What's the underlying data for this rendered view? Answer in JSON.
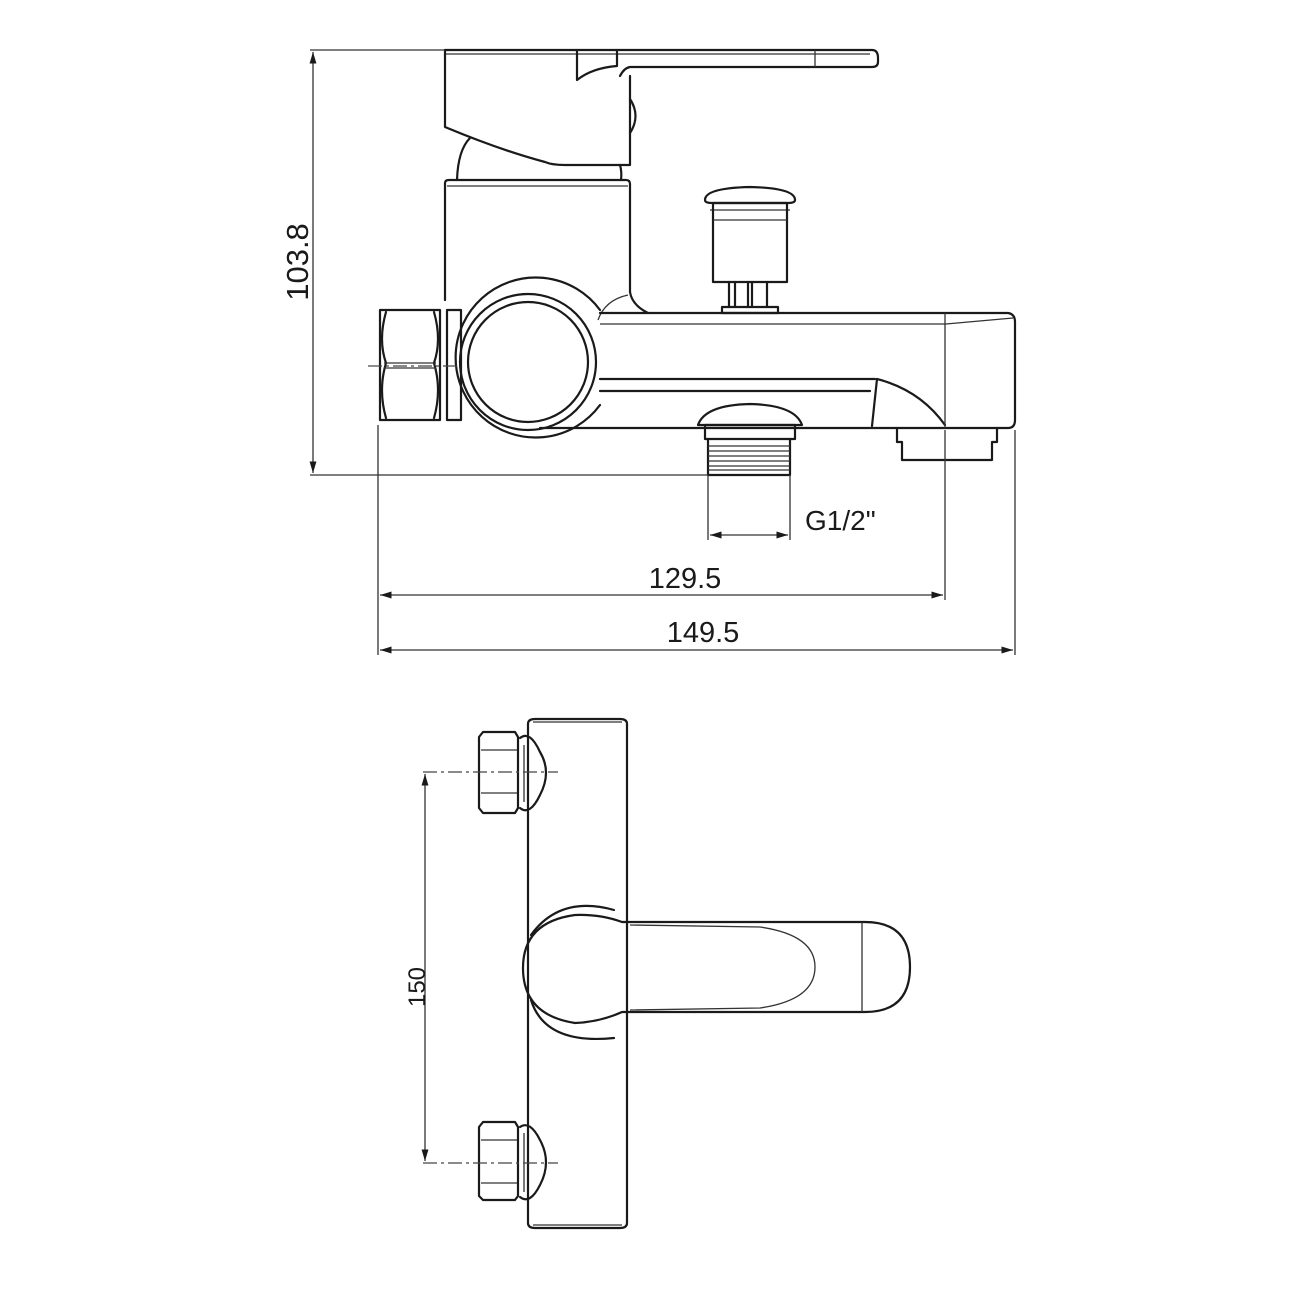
{
  "dimensions": {
    "height": "103.8",
    "thread": "G1/2\"",
    "spout_length": "129.5",
    "overall_length": "149.5",
    "inlet_spacing": "150"
  },
  "colors": {
    "line": "#1a1a1a",
    "background": "#ffffff"
  }
}
